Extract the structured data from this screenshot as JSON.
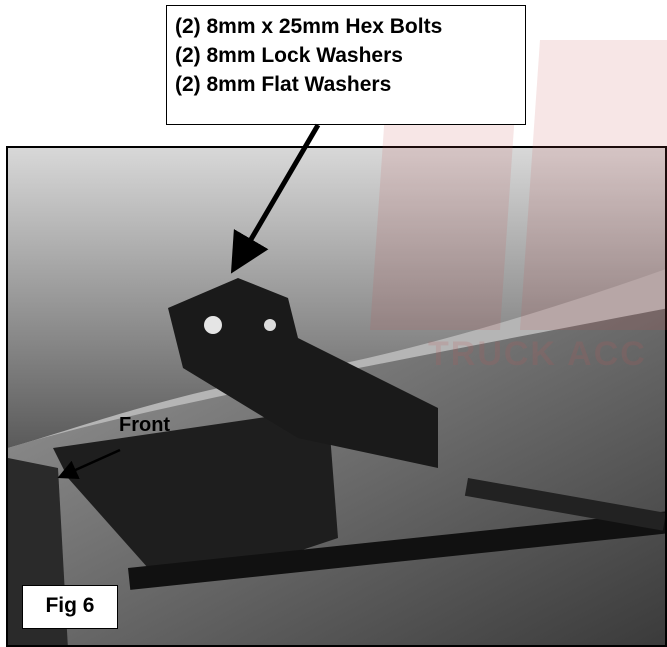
{
  "callout": {
    "lines": [
      "(2) 8mm x 25mm Hex Bolts",
      "(2) 8mm Lock Washers",
      "(2) 8mm Flat Washers"
    ]
  },
  "front_label": "Front",
  "figure_label": "Fig 6",
  "watermark_text": "TRUCK ACC",
  "colors": {
    "watermark": "#be5a5a",
    "border": "#000000"
  }
}
